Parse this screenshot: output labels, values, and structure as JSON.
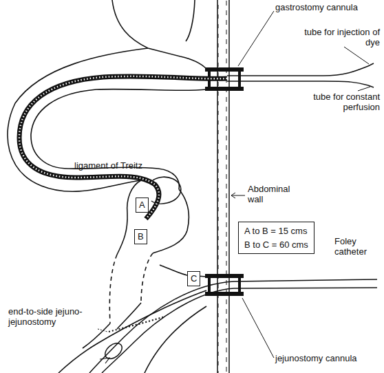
{
  "diagram": {
    "nodes": [
      {
        "text": [
          "A"
        ]
      },
      {
        "text": [
          "B"
        ]
      },
      {
        "text": [
          "C"
        ]
      },
      {
        "text": [
          "A to B = 15 cms",
          "B to C = 60 cms"
        ]
      }
    ],
    "labels": [
      "gastrostomy cannula",
      "tube for injection of dye",
      "tube for constant perfusion",
      "Abdominal wall",
      "ligament of Treitz",
      "Foley catheter",
      "end-to-side jejuno-jejunostomy",
      "jejunostomy cannula"
    ]
  }
}
